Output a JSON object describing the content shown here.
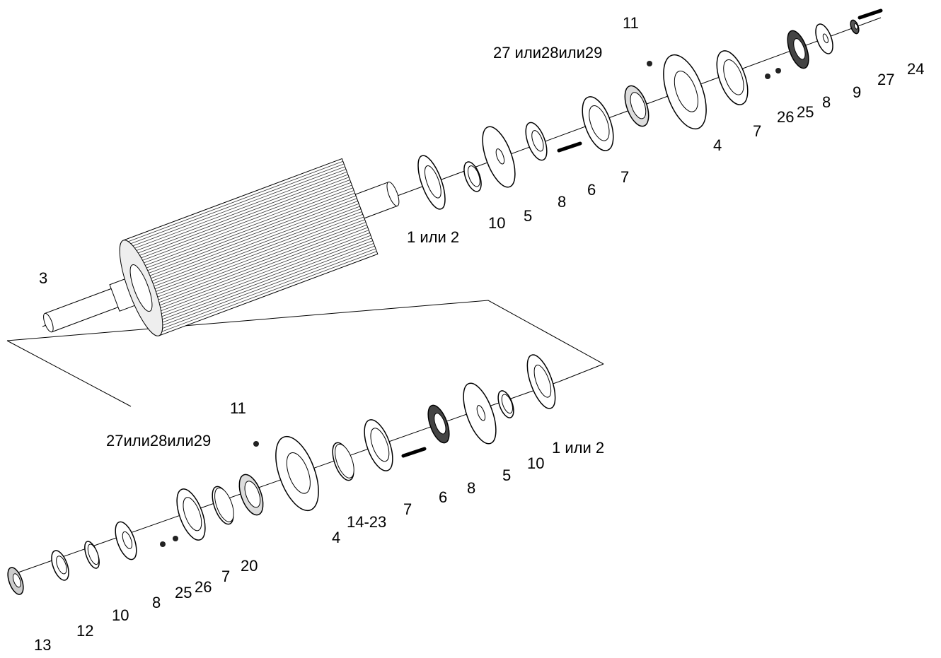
{
  "diagram": {
    "top_assembly": {
      "labels": [
        "11",
        "27 или28или29",
        "24",
        "27",
        "9",
        "8",
        "25",
        "26",
        "7",
        "4",
        "7",
        "6",
        "8",
        "5",
        "10",
        "1 или 2",
        "3"
      ]
    },
    "bottom_assembly": {
      "labels": [
        "11",
        "27или28или29",
        "1 или 2",
        "10",
        "5",
        "8",
        "6",
        "7",
        "14-23",
        "4",
        "20",
        "7",
        "26",
        "25",
        "8",
        "10",
        "12",
        "13"
      ]
    }
  }
}
